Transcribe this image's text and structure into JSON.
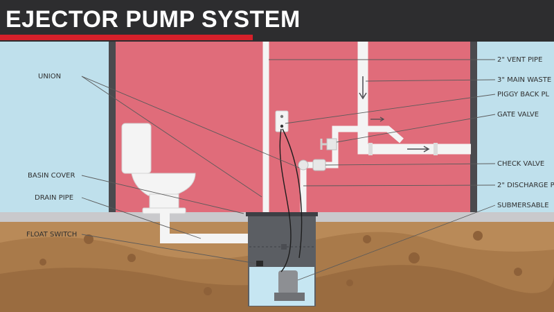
{
  "title": "EJECTOR PUMP SYSTEM",
  "colors": {
    "header_bg": "#2d2d2f",
    "accent_red": "#d6202a",
    "wall_pink": "#e06c7a",
    "sky_blue": "#bfe0ec",
    "soil_brown": "#b98a58",
    "pipe_white": "#f4f4f4",
    "basin_grey": "#5b5e63",
    "water_blue": "#c6e6f2",
    "pump_grey": "#8d8f93"
  },
  "labels": {
    "union": "UNION",
    "basin_cover": "BASIN COVER",
    "drain_pipe": "DRAIN PIPE",
    "float_switch": "FLOAT SWITCH",
    "vent_pipe": "2\" VENT PIPE",
    "main_waste": "3\" MAIN WASTE",
    "piggy_back": "PIGGY BACK PL",
    "gate_valve": "GATE VALVE",
    "check_valve": "CHECK VALVE",
    "discharge": "2\" DISCHARGE P",
    "submersible": "SUBMERSABLE"
  },
  "icons": [
    "toilet-icon",
    "outlet-icon",
    "flow-arrow-icon",
    "pump-icon"
  ]
}
